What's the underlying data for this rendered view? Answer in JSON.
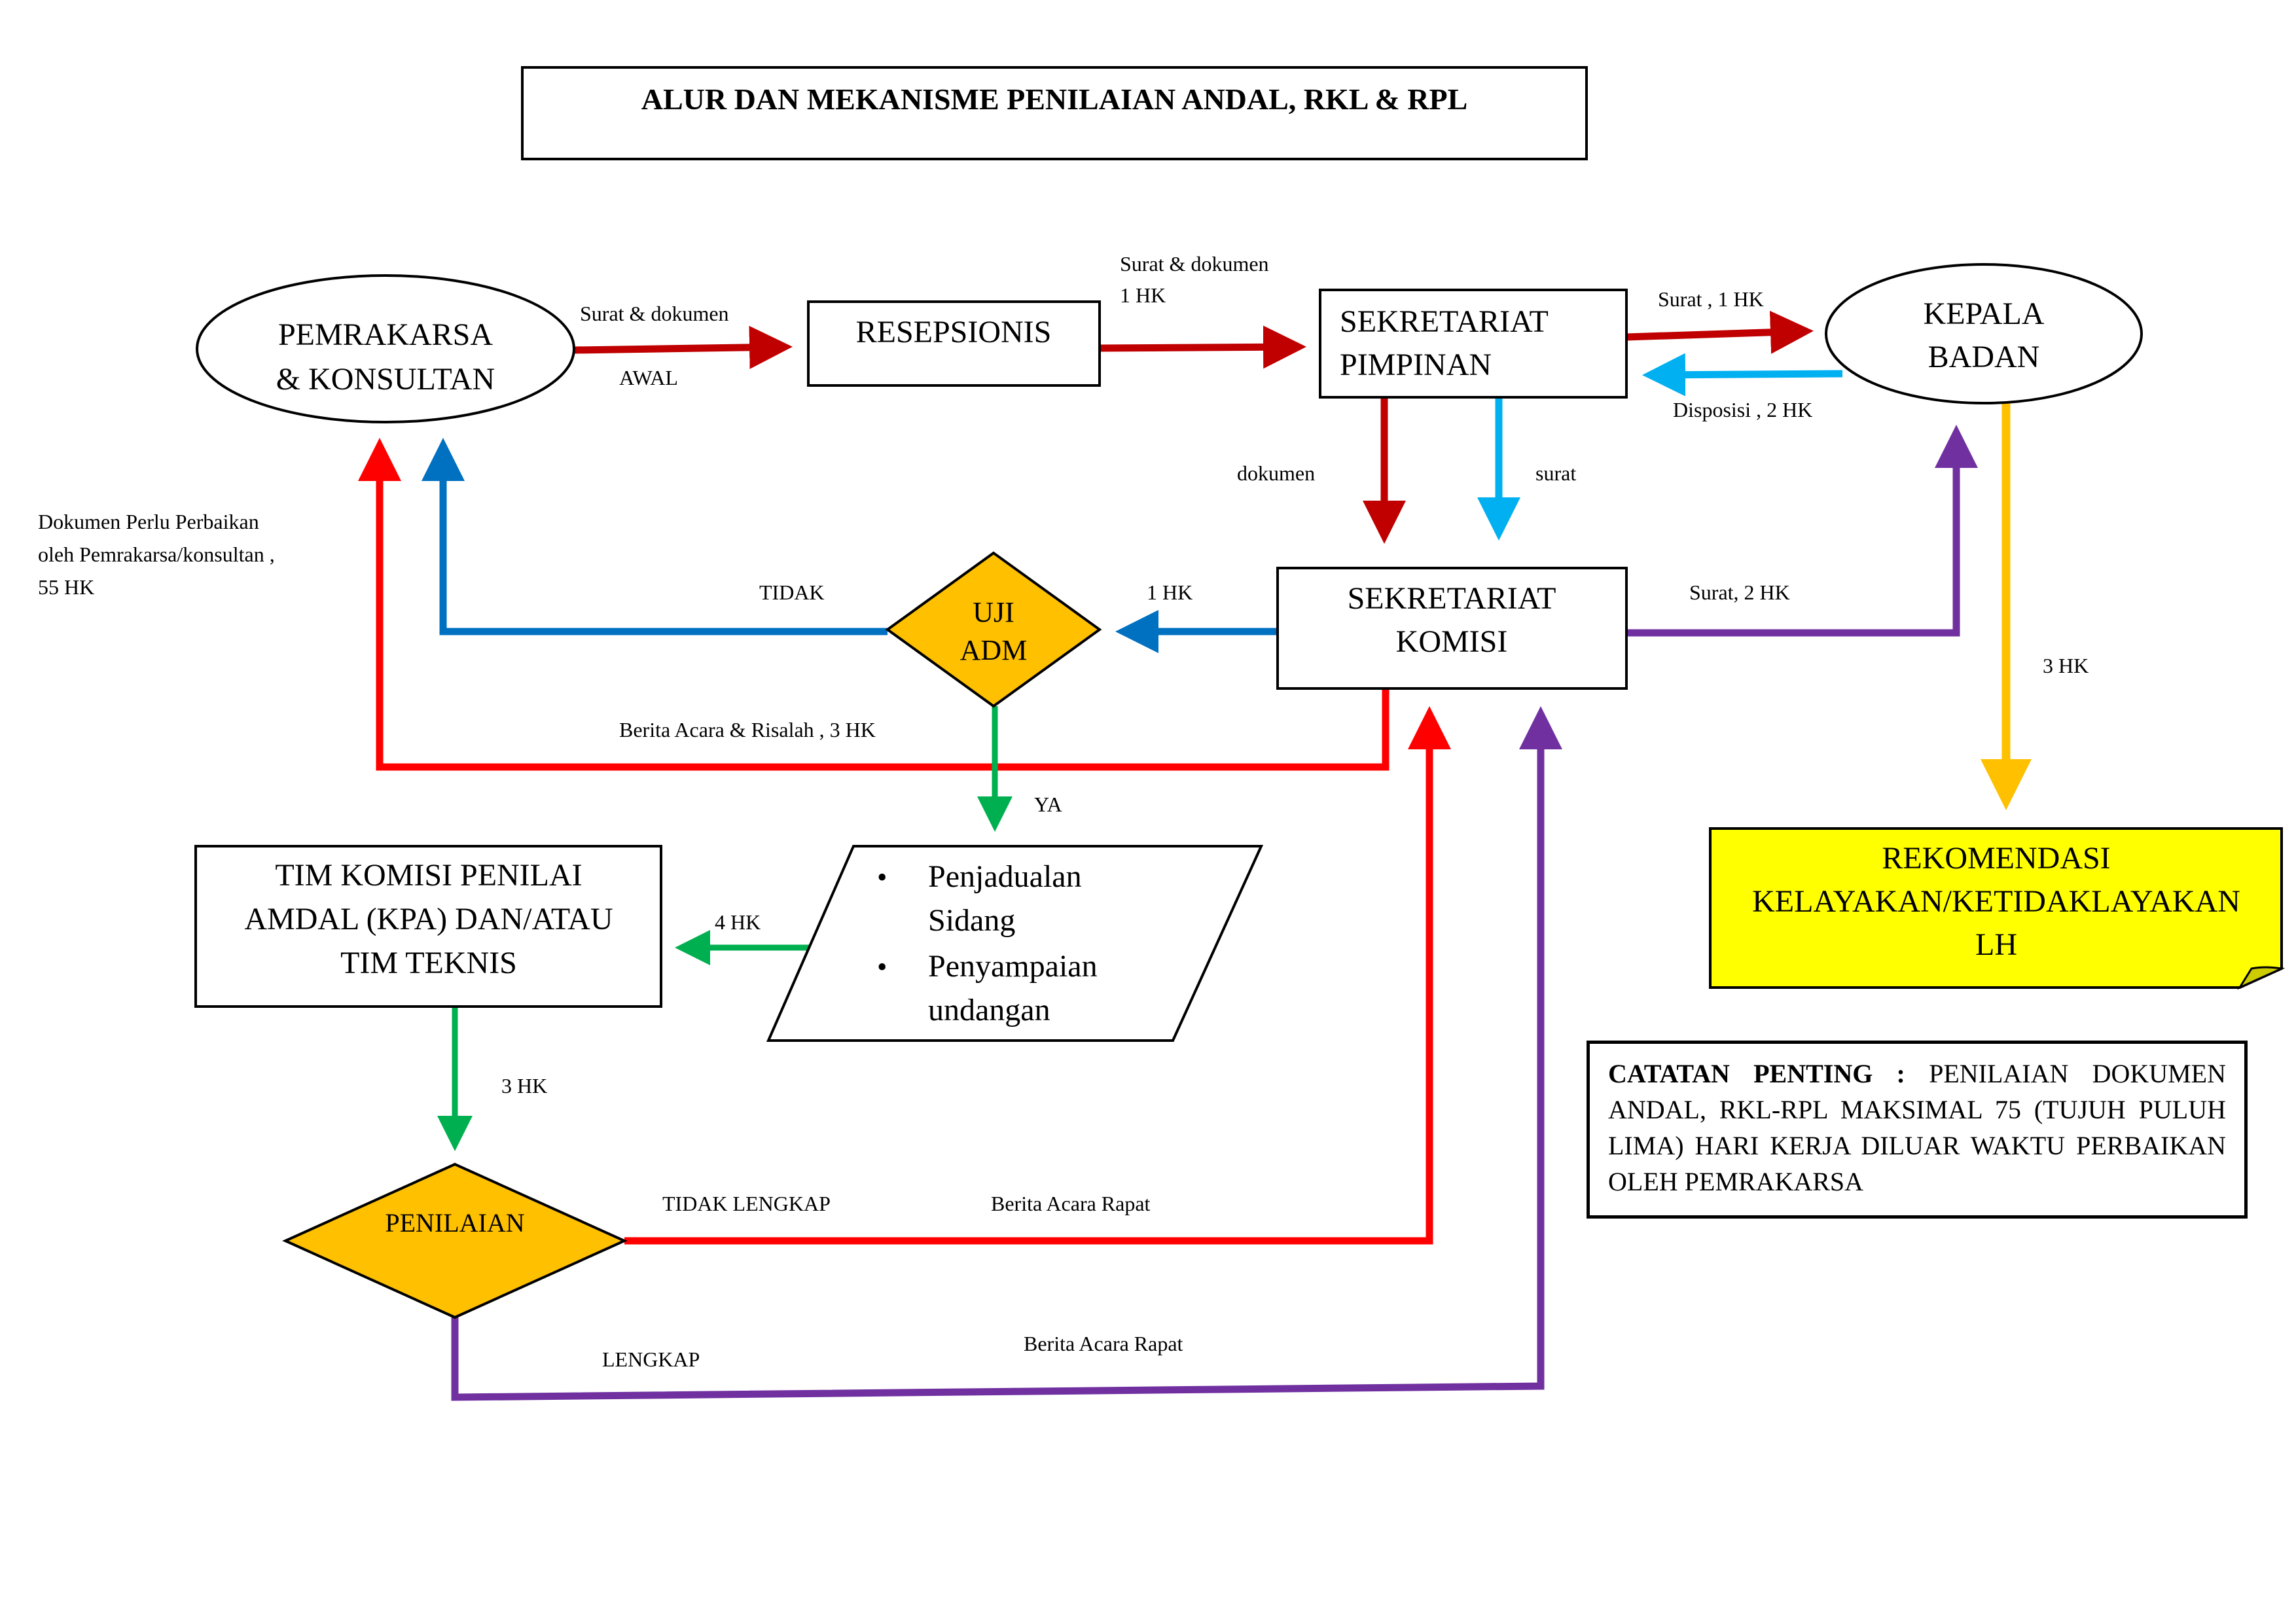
{
  "title": "ALUR DAN MEKANISME PENILAIAN ANDAL, RKL & RPL",
  "colors": {
    "dark_red": "#C00000",
    "red": "#FF0000",
    "blue": "#0070C0",
    "light_blue": "#00B0F0",
    "purple": "#7030A0",
    "green": "#00B050",
    "orange": "#FFC000",
    "yellow": "#FFFF00"
  },
  "nodes": {
    "pemrakarsa": {
      "line1": "PEMRAKARSA",
      "line2": "& KONSULTAN"
    },
    "resepsionis": {
      "label": "RESEPSIONIS"
    },
    "sekretariat_pimpinan": {
      "line1": "SEKRETARIAT",
      "line2": "PIMPINAN"
    },
    "kepala_badan": {
      "line1": "KEPALA",
      "line2": "BADAN"
    },
    "sekretariat_komisi": {
      "line1": "SEKRETARIAT",
      "line2": "KOMISI"
    },
    "uji_adm": {
      "line1": "UJI",
      "line2": "ADM"
    },
    "tim_komisi": {
      "line1": "TIM KOMISI PENILAI",
      "line2": "AMDAL (KPA) DAN/ATAU",
      "line3": "TIM TEKNIS"
    },
    "jadwal": {
      "item1_line1": "Penjadualan",
      "item1_line2": "Sidang",
      "item2_line1": "Penyampaian",
      "item2_line2": "undangan",
      "bullet": "•"
    },
    "penilaian": {
      "label": "PENILAIAN"
    },
    "rekomendasi": {
      "line1": "REKOMENDASI",
      "line2": "KELAYAKAN/KETIDAKLAYAKAN",
      "line3": "LH"
    }
  },
  "edge_labels": {
    "pemrakarsa_to_resepsionis_top": "Surat & dokumen",
    "pemrakarsa_to_resepsionis_bottom": "AWAL",
    "resepsionis_to_pimpinan_line1": "Surat & dokumen",
    "resepsionis_to_pimpinan_line2": "1 HK",
    "pimpinan_to_kepala": "Surat ,  1 HK",
    "kepala_to_pimpinan": "Disposisi ,  2 HK",
    "pimpinan_to_komisi_dokumen": "dokumen",
    "pimpinan_to_komisi_surat": "surat",
    "komisi_to_uji": "1 HK",
    "uji_tidak": "TIDAK",
    "uji_ya": "YA",
    "berita_acara_risalah": "Berita Acara & Risalah ,  3 HK",
    "perbaikan_line1": "Dokumen Perlu Perbaikan",
    "perbaikan_line2": "oleh Pemrakarsa/konsultan ,",
    "perbaikan_line3": "55  HK",
    "komisi_to_kepala": "Surat, 2 HK",
    "kepala_to_rekomendasi": "3 HK",
    "jadwal_to_tim": "4 HK",
    "tim_to_penilaian": "3 HK",
    "penilaian_tidak_lengkap": "TIDAK LENGKAP",
    "penilaian_tidak_lengkap_doc": "Berita Acara Rapat",
    "penilaian_lengkap": "LENGKAP",
    "penilaian_lengkap_doc": "Berita Acara Rapat"
  },
  "note": {
    "heading": "CATATAN PENTING :",
    "body": " PENILAIAN DOKUMEN ANDAL, RKL-RPL  MAKSIMAL 75 (TUJUH PULUH LIMA) HARI KERJA DILUAR WAKTU PERBAIKAN OLEH PEMRAKARSA"
  }
}
